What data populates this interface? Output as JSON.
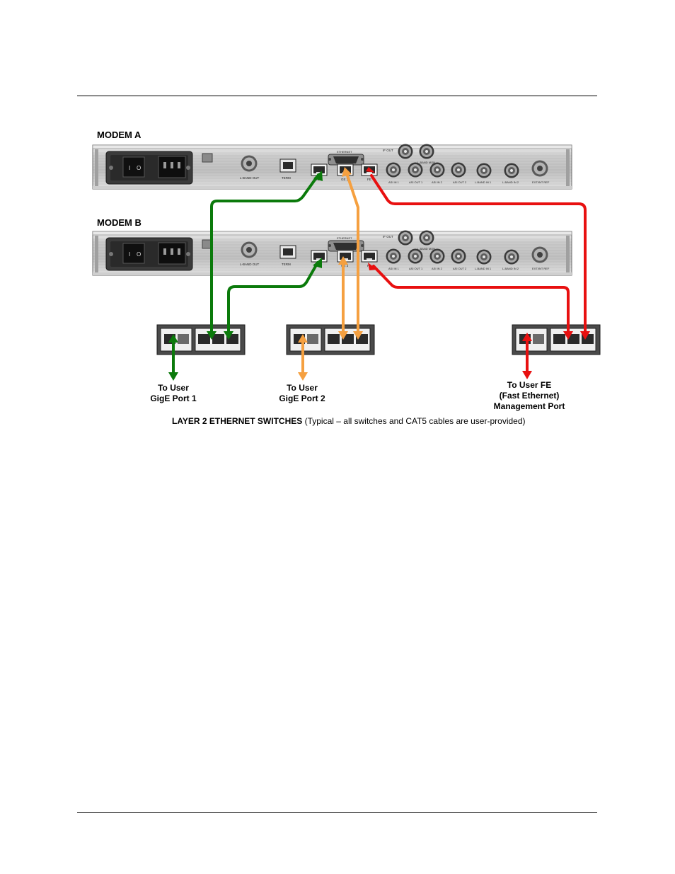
{
  "modems": [
    {
      "title": "MODEM A",
      "labels": {
        "ethernet": "ETHERNET",
        "if_out": "IF OUT",
        "lband_mon": "L-BAND MON",
        "lband_out": "L-BAND OUT",
        "term": "TERM",
        "ge1": "GE 1",
        "ge2": "GE 2",
        "fe": "FE",
        "asi_in1": "ASI IN 1",
        "asi_out1": "ASI OUT 1",
        "asi_in2": "ASI IN 2",
        "asi_out2": "ASI OUT 2",
        "lband_in1": "L-BAND IN 1",
        "lband_in2": "L-BAND IN 2",
        "ref": "EXT/INT REF"
      }
    },
    {
      "title": "MODEM B",
      "labels": {
        "ethernet": "ETHERNET",
        "if_out": "IF OUT",
        "lband_mon": "L-BAND MON",
        "lband_out": "L-BAND OUT",
        "term": "TERM",
        "ge1": "GE 1",
        "ge2": "GE 2",
        "fe": "FE",
        "asi_in1": "ASI IN 1",
        "asi_out1": "ASI OUT 1",
        "asi_in2": "ASI IN 2",
        "asi_out2": "ASI OUT 2",
        "lband_in1": "L-BAND IN 1",
        "lband_in2": "L-BAND IN 2",
        "ref": "EXT/INT REF"
      }
    }
  ],
  "users": {
    "gige1": {
      "line1": "To User",
      "line2": "GigE Port 1"
    },
    "gige2": {
      "line1": "To User",
      "line2": "GigE Port 2"
    },
    "fe": {
      "line1": "To User FE",
      "line2": "(Fast Ethernet)",
      "line3": "Management Port"
    }
  },
  "caption": {
    "bold": "LAYER 2 ETHERNET SWITCHES",
    "rest": " (Typical – all switches and CAT5 cables are user-provided)"
  },
  "colors": {
    "green": "#0b7a0b",
    "orange": "#f5a040",
    "red": "#e81010"
  }
}
